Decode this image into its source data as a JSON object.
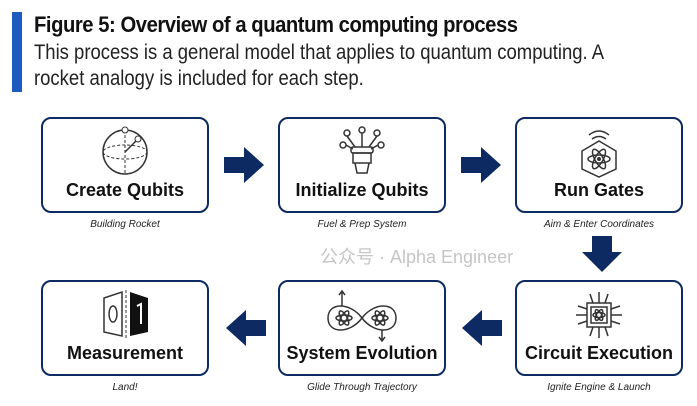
{
  "header": {
    "title": "Figure 5: Overview of a quantum computing process",
    "subtitle": "This process is a general model that applies to quantum computing. A rocket analogy is included for each step."
  },
  "steps": [
    {
      "label": "Create Qubits",
      "caption": "Building Rocket",
      "icon": "sphere-qubit-icon"
    },
    {
      "label": "Initialize Qubits",
      "caption": "Fuel & Prep System",
      "icon": "initialize-device-icon"
    },
    {
      "label": "Run Gates",
      "caption": "Aim & Enter Coordinates",
      "icon": "atom-gate-icon"
    },
    {
      "label": "Circuit Execution",
      "caption": "Ignite Engine & Launch",
      "icon": "chip-atom-icon"
    },
    {
      "label": "System Evolution",
      "caption": "Glide Through Trajectory",
      "icon": "infinity-atom-icon"
    },
    {
      "label": "Measurement",
      "caption": "Land!",
      "icon": "zero-one-icon"
    }
  ],
  "colors": {
    "accent": "#1f5bbf",
    "arrow": "#0d2a63",
    "border": "#0d2a63"
  },
  "watermark": "公众号 · Alpha Engineer"
}
